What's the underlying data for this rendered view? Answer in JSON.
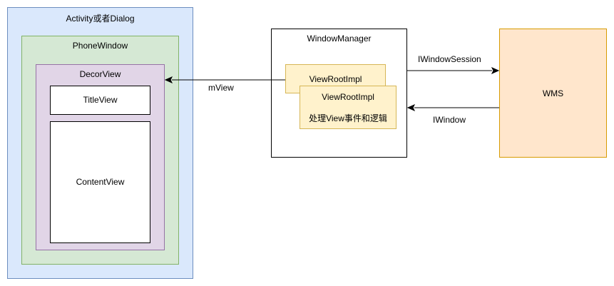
{
  "activity": {
    "label": "Activity或者Dialog",
    "fill": "#dae8fc",
    "stroke": "#6c8ebf"
  },
  "phone_window": {
    "label": "PhoneWindow",
    "fill": "#d5e8d4",
    "stroke": "#82b366"
  },
  "decor_view": {
    "label": "DecorView",
    "fill": "#e1d5e7",
    "stroke": "#9673a6"
  },
  "title_view": {
    "label": "TitleView"
  },
  "content_view": {
    "label": "ContentView"
  },
  "window_manager": {
    "label": "WindowManager"
  },
  "view_root_impl_back": {
    "label": "ViewRootImpl",
    "fill": "#fff2cc",
    "stroke": "#d6b656"
  },
  "view_root_impl_front": {
    "label": "ViewRootImpl",
    "sublabel": "处理View事件和逻辑"
  },
  "wms": {
    "label": "WMS",
    "fill": "#ffe6cc",
    "stroke": "#d79b00"
  },
  "edges": {
    "mview": "mView",
    "iwindow_session": "IWindowSession",
    "iwindow": "IWindow"
  }
}
